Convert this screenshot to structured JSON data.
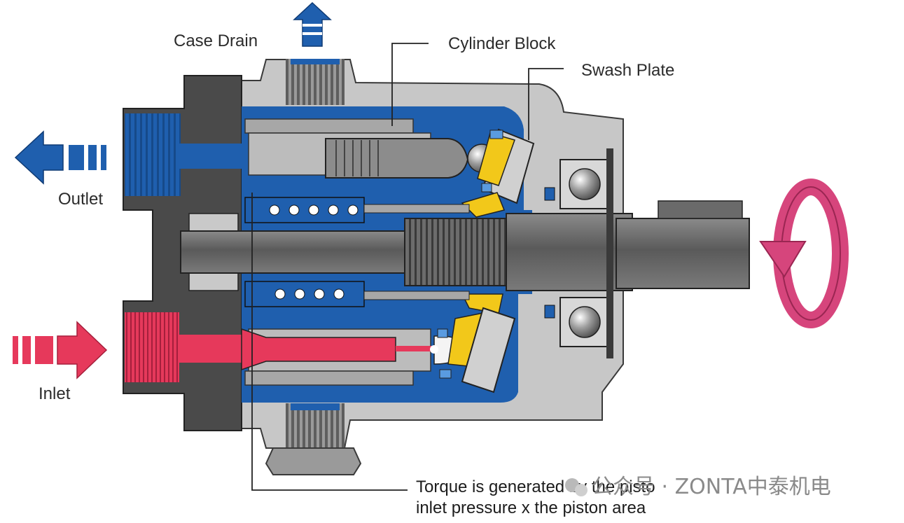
{
  "labels": {
    "case_drain": "Case Drain",
    "cylinder_block": "Cylinder Block",
    "swash_plate": "Swash Plate",
    "outlet": "Outlet",
    "inlet": "Inlet"
  },
  "caption": {
    "line1": "Torque is generated by the pisto",
    "line2": "inlet pressure x the piston area"
  },
  "watermark": {
    "text": "公众号 · ZONTA中泰机电"
  },
  "colors": {
    "outlet_blue": "#1f5fae",
    "inlet_red": "#e6395b",
    "rotation_pink": "#d6457c",
    "swash_yellow": "#f2c81a",
    "housing_gray": "#bdbdbd",
    "dark_housing": "#4a4a4a"
  }
}
